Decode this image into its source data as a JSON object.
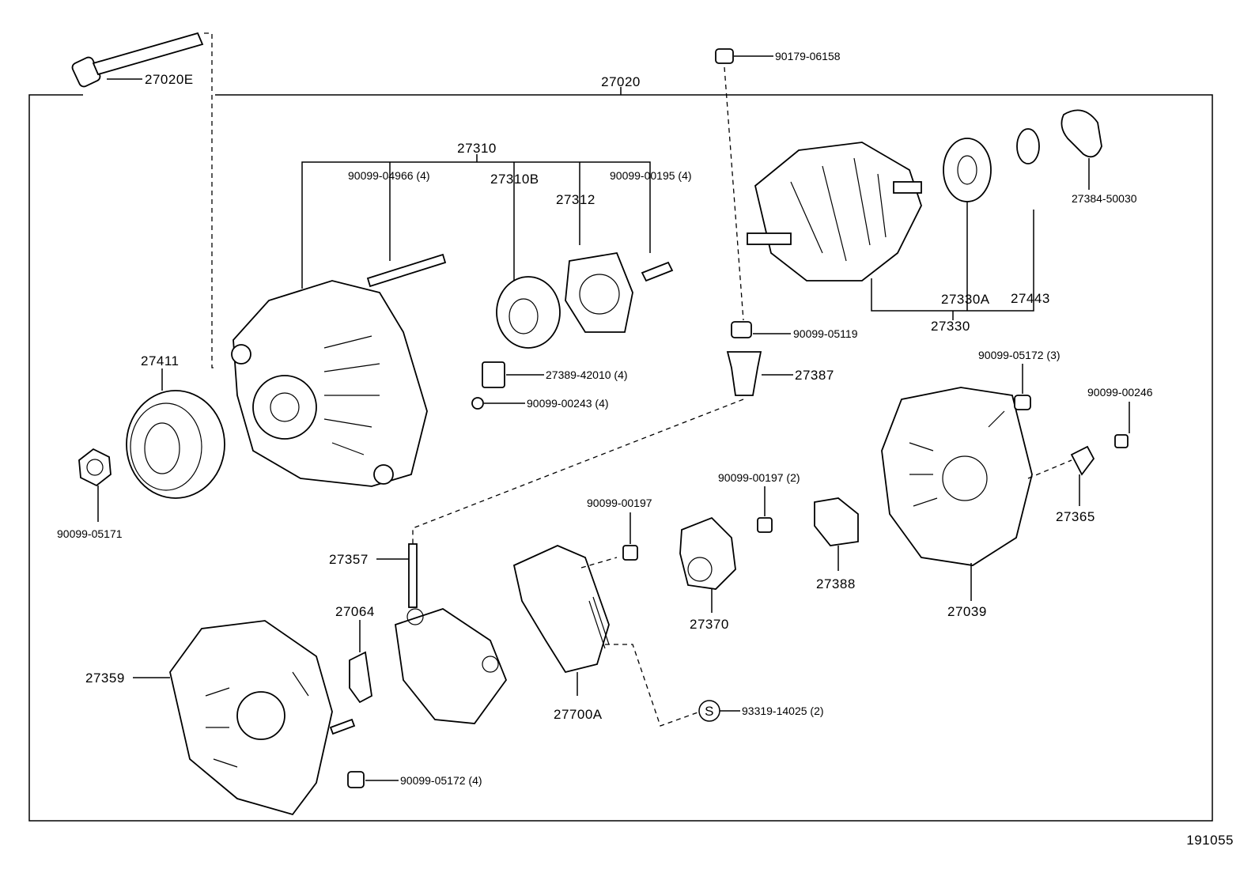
{
  "diagram_id": "191055",
  "parts": {
    "p27020E": "27020E",
    "p27020": "27020",
    "p90179_06158": "90179-06158",
    "p27310": "27310",
    "p90099_04966": "90099-04966 (4)",
    "p27310B": "27310B",
    "p27312": "27312",
    "p90099_00195": "90099-00195 (4)",
    "p27384_50030": "27384-50030",
    "p27330A": "27330A",
    "p27443": "27443",
    "p27330": "27330",
    "p90099_05119": "90099-05119",
    "p27387": "27387",
    "p27389_42010": "27389-42010 (4)",
    "p90099_00243": "90099-00243 (4)",
    "p27411": "27411",
    "p90099_05171": "90099-05171",
    "p90099_05172_3": "90099-05172 (3)",
    "p90099_00246": "90099-00246",
    "p27365": "27365",
    "p90099_00197_2": "90099-00197 (2)",
    "p90099_00197": "90099-00197",
    "p27388": "27388",
    "p27039": "27039",
    "p27370": "27370",
    "p27357": "27357",
    "p27064": "27064",
    "p27359": "27359",
    "p27700A": "27700A",
    "s_symbol": "S",
    "p93319_14025": "93319-14025 (2)",
    "p90099_05172_4": "90099-05172 (4)"
  }
}
